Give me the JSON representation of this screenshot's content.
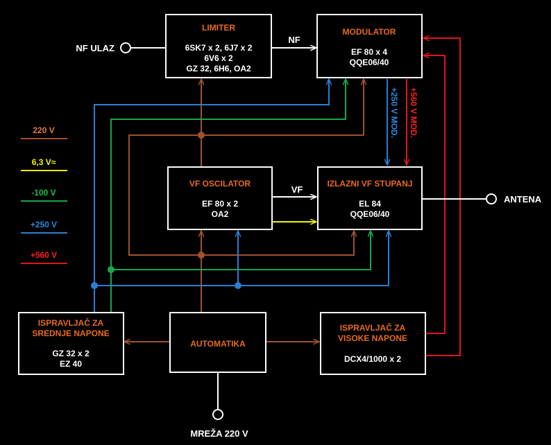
{
  "blocks": {
    "limiter": {
      "title": "LIMITER",
      "lines": [
        "6SK7 x 2, 6J7 x 2",
        "6V6 x 2",
        "GZ 32, 6H6, OA2"
      ]
    },
    "modulator": {
      "title": "MODULATOR",
      "lines": [
        "EF 80 x 4",
        "QQE06/40"
      ]
    },
    "vf_oscilator": {
      "title": "VF OSCILATOR",
      "lines": [
        "EF 80 x 2",
        "OA2"
      ]
    },
    "izlazni": {
      "title": "IZLAZNI VF STUPANJ",
      "lines": [
        "EL 84",
        "QQE06/40"
      ]
    },
    "ispravljac_srednje": {
      "title_lines": [
        "ISPRAVLJAČ ZA",
        "SREDNJE NAPONE"
      ],
      "lines": [
        "GZ 32 x 2",
        "EZ 40"
      ]
    },
    "automatika": {
      "title": "AUTOMATIKA"
    },
    "ispravljac_visoke": {
      "title_lines": [
        "ISPRAVLJAČ ZA",
        "VISOKE NAPONE"
      ],
      "lines": [
        "DCX4/1000  x 2"
      ]
    }
  },
  "terminals": {
    "nf_ulaz": "NF ULAZ",
    "antena": "ANTENA",
    "mreza": "MREŽA 220 V"
  },
  "signal_labels": {
    "nf": "NF",
    "vf": "VF",
    "mod_250": "+250 V MOD.",
    "mod_560": "+560 V MOD."
  },
  "legend": [
    {
      "label": "220 V",
      "color": "#a0522d",
      "text_color": "#e07a3a"
    },
    {
      "label": "6,3 V≈",
      "color": "#f4f400",
      "text_color": "#f4f400"
    },
    {
      "label": "-100 V",
      "color": "#18a84a",
      "text_color": "#18c050"
    },
    {
      "label": "+250 V",
      "color": "#2a7fd4",
      "text_color": "#2a8ae0"
    },
    {
      "label": "+560 V",
      "color": "#e0141e",
      "text_color": "#ff2020"
    }
  ]
}
